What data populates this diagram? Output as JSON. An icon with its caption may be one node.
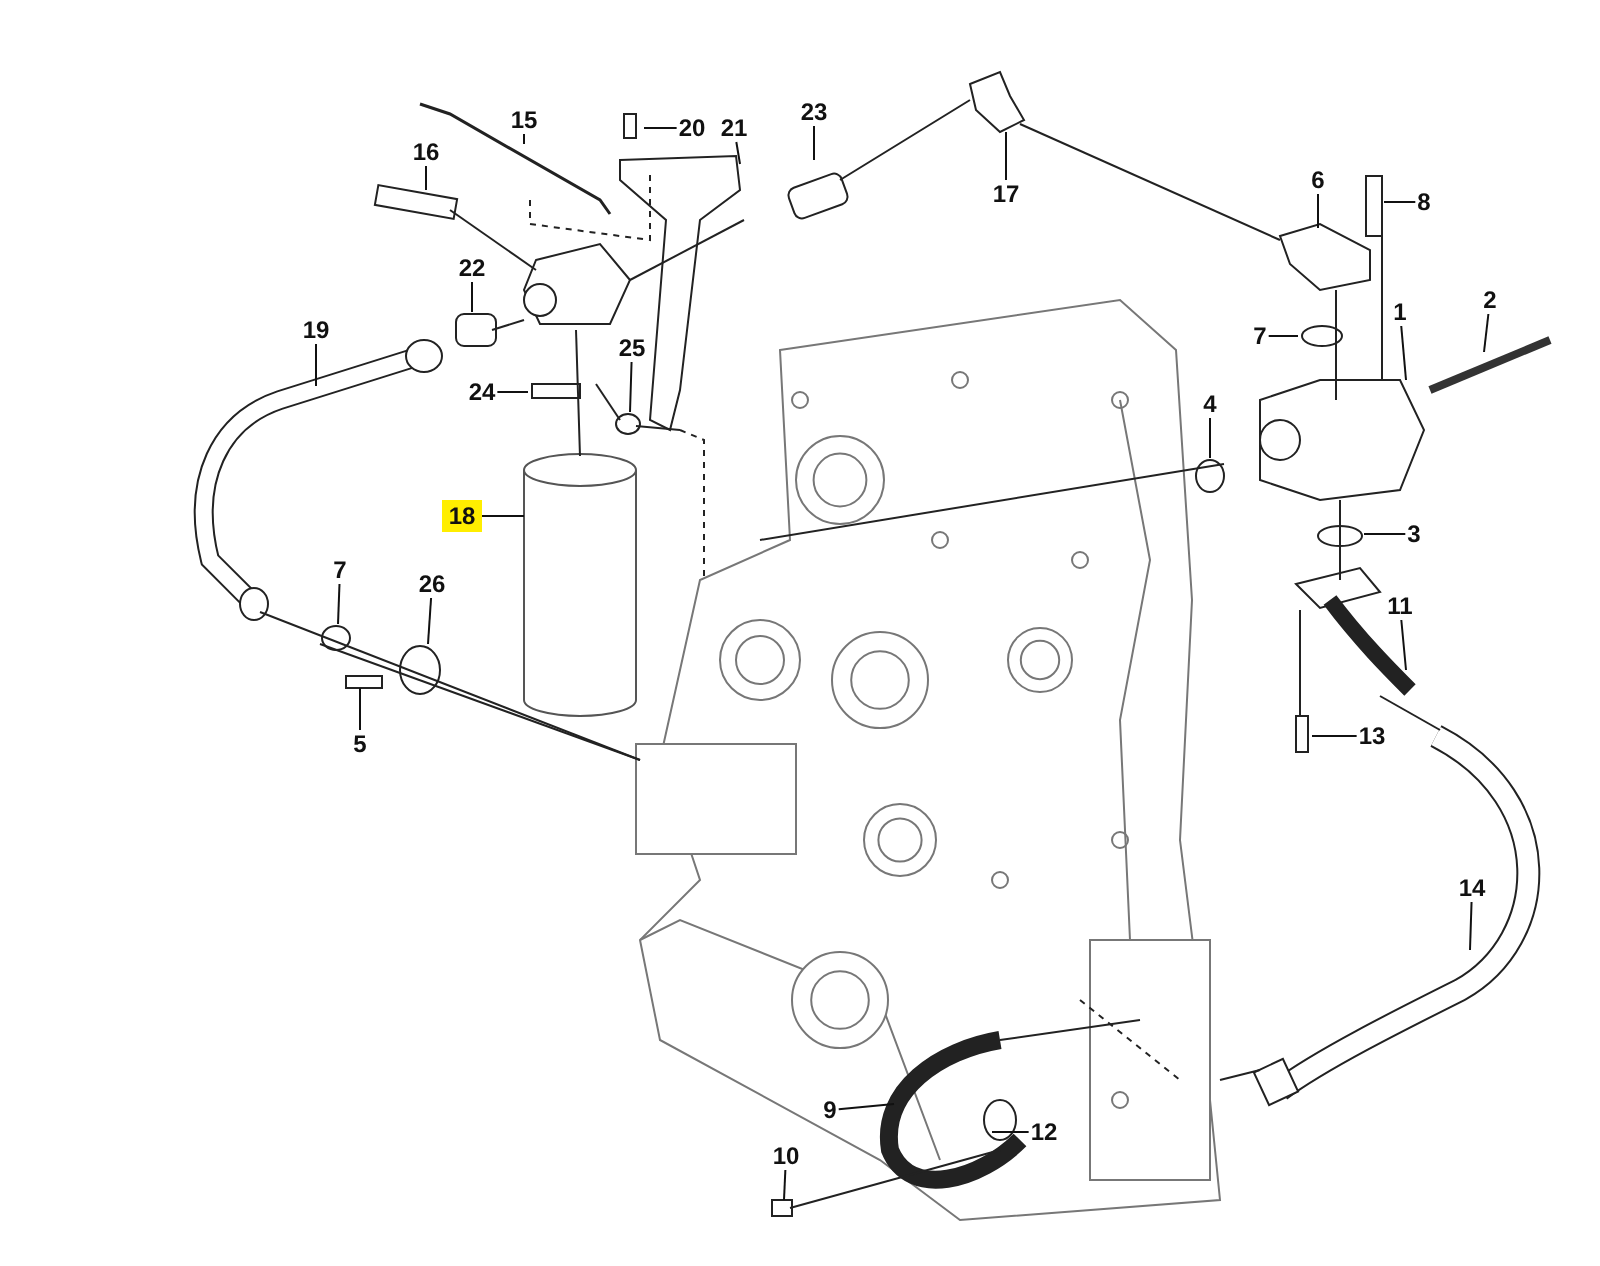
{
  "diagram": {
    "nodes": [
      {
        "text": [
          "15"
        ]
      },
      {
        "text": [
          "16"
        ]
      },
      {
        "text": [
          "20"
        ]
      },
      {
        "text": [
          "21"
        ]
      },
      {
        "text": [
          "23"
        ]
      },
      {
        "text": [
          "17"
        ]
      },
      {
        "text": [
          "6"
        ]
      },
      {
        "text": [
          "8"
        ]
      },
      {
        "text": [
          "22"
        ]
      },
      {
        "text": [
          "19"
        ]
      },
      {
        "text": [
          "1"
        ]
      },
      {
        "text": [
          "7"
        ]
      },
      {
        "text": [
          "2"
        ]
      },
      {
        "text": [
          "24"
        ]
      },
      {
        "text": [
          "25"
        ]
      },
      {
        "text": [
          "4"
        ]
      },
      {
        "text": [
          "18"
        ]
      },
      {
        "text": [
          "3"
        ]
      },
      {
        "text": [
          "7"
        ]
      },
      {
        "text": [
          "26"
        ]
      },
      {
        "text": [
          "11"
        ]
      },
      {
        "text": [
          "5"
        ]
      },
      {
        "text": [
          "13"
        ]
      },
      {
        "text": [
          "14"
        ]
      },
      {
        "text": [
          "9"
        ]
      },
      {
        "text": [
          "12"
        ]
      },
      {
        "text": [
          "10"
        ]
      }
    ],
    "edges": [
      {
        "from": 0,
        "to": null,
        "arrow": "none"
      },
      {
        "from": 1,
        "to": null,
        "arrow": "none"
      },
      {
        "from": 2,
        "to": null,
        "arrow": "none"
      },
      {
        "from": 3,
        "to": null,
        "arrow": "none"
      },
      {
        "from": 4,
        "to": null,
        "arrow": "none"
      },
      {
        "from": 5,
        "to": null,
        "arrow": "none"
      },
      {
        "from": 6,
        "to": null,
        "arrow": "none"
      },
      {
        "from": 7,
        "to": null,
        "arrow": "none"
      },
      {
        "from": 8,
        "to": null,
        "arrow": "none"
      },
      {
        "from": 9,
        "to": null,
        "arrow": "none"
      },
      {
        "from": 10,
        "to": null,
        "arrow": "none"
      },
      {
        "from": 11,
        "to": null,
        "arrow": "none"
      },
      {
        "from": 12,
        "to": null,
        "arrow": "none"
      },
      {
        "from": 13,
        "to": null,
        "arrow": "none"
      },
      {
        "from": 14,
        "to": null,
        "arrow": "none"
      },
      {
        "from": 15,
        "to": null,
        "arrow": "none"
      },
      {
        "from": 16,
        "to": null,
        "arrow": "none"
      },
      {
        "from": 17,
        "to": null,
        "arrow": "none"
      },
      {
        "from": 18,
        "to": null,
        "arrow": "none"
      },
      {
        "from": 19,
        "to": null,
        "arrow": "none"
      },
      {
        "from": 20,
        "to": null,
        "arrow": "none"
      },
      {
        "from": 21,
        "to": null,
        "arrow": "none"
      },
      {
        "from": 22,
        "to": null,
        "arrow": "none"
      },
      {
        "from": 23,
        "to": null,
        "arrow": "none"
      },
      {
        "from": 24,
        "to": null,
        "arrow": "none"
      },
      {
        "from": 25,
        "to": null,
        "arrow": "none"
      },
      {
        "from": 26,
        "to": null,
        "arrow": "none"
      }
    ]
  }
}
